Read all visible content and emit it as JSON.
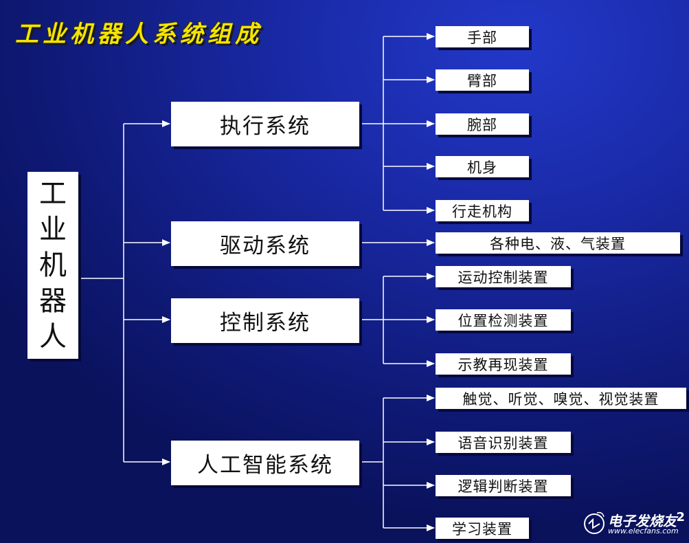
{
  "title": "工业机器人系统组成",
  "root": {
    "label": "工业机器人"
  },
  "systems": [
    {
      "label": "执行系统",
      "children": [
        "手部",
        "臂部",
        "腕部",
        "机身",
        "行走机构"
      ]
    },
    {
      "label": "驱动系统",
      "children": [
        "各种电、液、气装置"
      ]
    },
    {
      "label": "控制系统",
      "children": [
        "运动控制装置",
        "位置检测装置",
        "示教再现装置"
      ]
    },
    {
      "label": "人工智能系统",
      "children": [
        "触觉、听觉、嗅觉、视觉装置",
        "语音识别装置",
        "逻辑判断装置",
        "学习装置"
      ]
    }
  ],
  "watermark": {
    "name": "电子发烧友",
    "url": "www.elecfans.com",
    "number": "2"
  },
  "colors": {
    "background": "#1a2aa8",
    "title": "#f5e400",
    "box": "#ffffff",
    "line": "#ffffff"
  }
}
